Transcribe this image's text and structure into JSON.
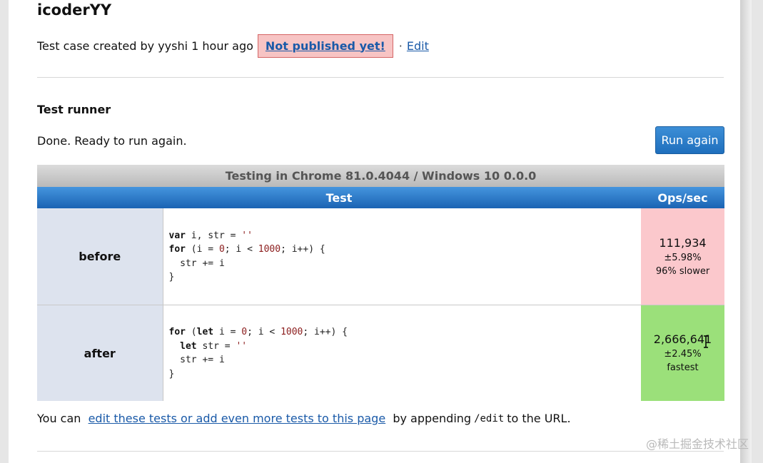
{
  "header": {
    "title": "icoderYY",
    "meta_prefix": "Test case created by yyshi 1 hour ago",
    "published_label": "Not published yet!",
    "separator": "·",
    "edit_label": "Edit"
  },
  "runner": {
    "heading": "Test runner",
    "status": "Done. Ready to run again.",
    "run_button": "Run again"
  },
  "results": {
    "caption": "Testing in Chrome 81.0.4044 / Windows 10 0.0.0",
    "col_test": "Test",
    "col_ops": "Ops/sec",
    "rows": [
      {
        "name": "before",
        "code_lines": [
          "var i, str = ''",
          "for (i = 0; i < 1000; i++) {",
          "  str += i",
          "}"
        ],
        "ops": "111,934",
        "error": "±5.98%",
        "verdict": "96% slower",
        "status_color": "#fbc8cc"
      },
      {
        "name": "after",
        "code_lines": [
          "for (let i = 0; i < 1000; i++) {",
          "  let str = ''",
          "  str += i",
          "}"
        ],
        "ops": "2,666,641",
        "error": "±2.45%",
        "verdict": "fastest",
        "status_color": "#9be07a"
      }
    ]
  },
  "footer": {
    "prefix": "You can",
    "link": "edit these tests or add even more tests to this page",
    "middle": "by appending",
    "code": "/edit",
    "suffix": "to the URL."
  },
  "watermark": "@稀土掘金技术社区",
  "colors": {
    "accent": "#1a63b3",
    "link": "#1a5aa8",
    "slower": "#fbc8cc",
    "fastest": "#9be07a"
  }
}
